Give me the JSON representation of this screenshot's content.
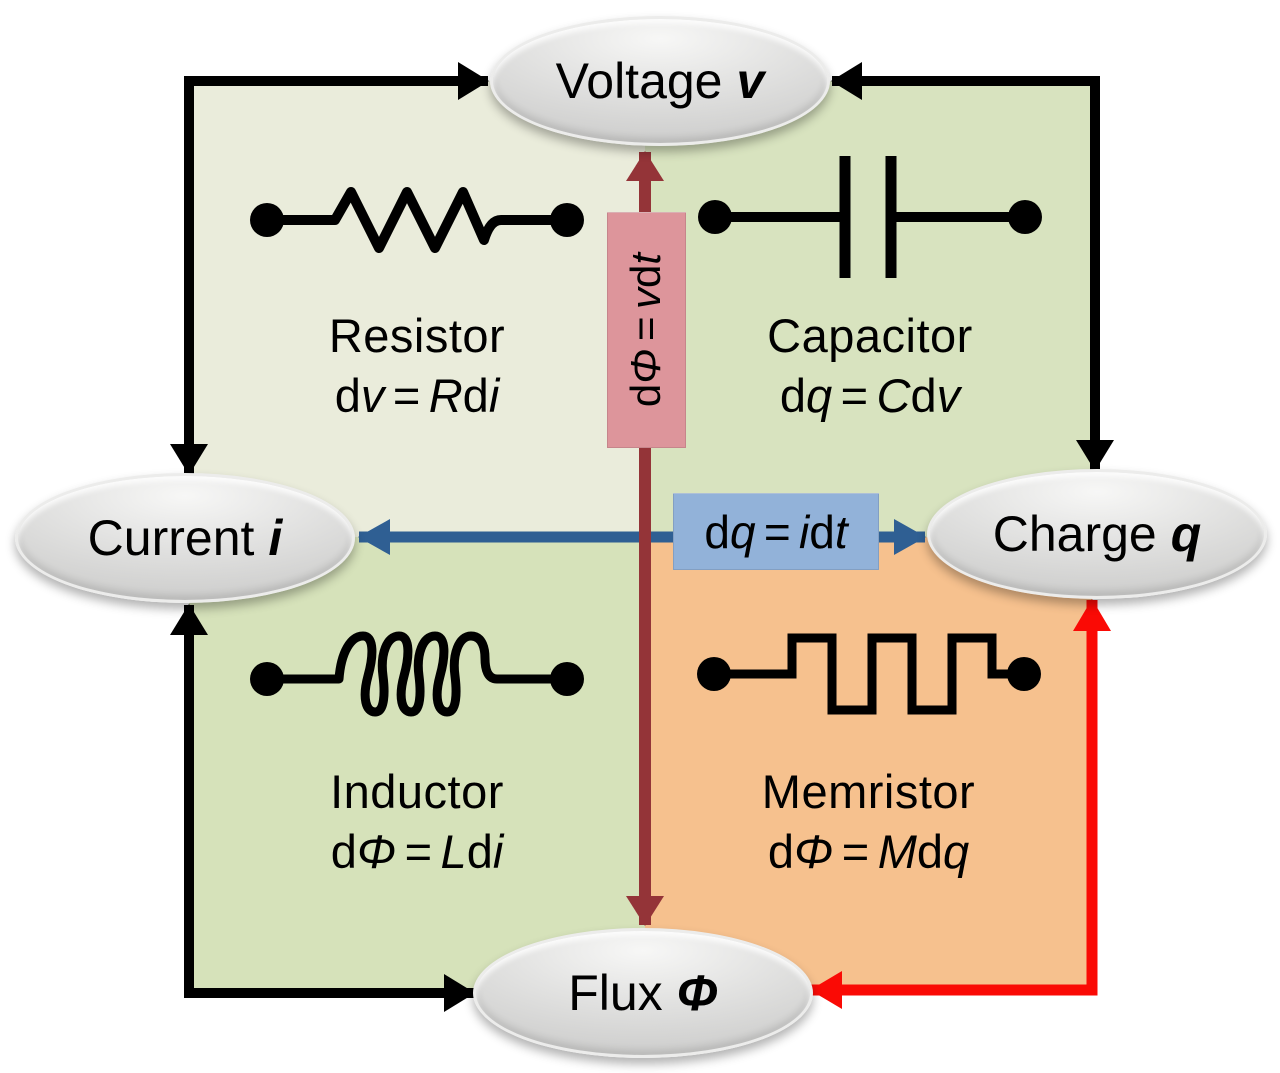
{
  "nodes": {
    "voltage": {
      "word": "Voltage",
      "symbol": "v"
    },
    "current": {
      "word": "Current",
      "symbol": "i"
    },
    "charge": {
      "word": "Charge",
      "symbol": "q"
    },
    "flux": {
      "word": "Flux",
      "symbol": "Φ"
    }
  },
  "quadrants": {
    "resistor": {
      "name": "Resistor",
      "eq": {
        "d1": "d",
        "var1": "v",
        "sign": "=",
        "coef": "R",
        "d2": "d",
        "var2": "i"
      }
    },
    "capacitor": {
      "name": "Capacitor",
      "eq": {
        "d1": "d",
        "var1": "q",
        "sign": "=",
        "coef": "C",
        "d2": "d",
        "var2": "v"
      }
    },
    "inductor": {
      "name": "Inductor",
      "eq": {
        "d1": "d",
        "var1": "Φ",
        "sign": "=",
        "coef": "L",
        "d2": "d",
        "var2": "i"
      }
    },
    "memristor": {
      "name": "Memristor",
      "eq": {
        "d1": "d",
        "var1": "Φ",
        "sign": "=",
        "coef": "M",
        "d2": "d",
        "var2": "q"
      }
    }
  },
  "relations": {
    "flux_voltage": {
      "d1": "d",
      "var1": "Φ",
      "sign": "=",
      "coef": "v",
      "d2": "d",
      "var2": "t"
    },
    "charge_current": {
      "d1": "d",
      "var1": "q",
      "sign": "=",
      "coef": "i",
      "d2": "d",
      "var2": "t"
    }
  },
  "colors": {
    "ink": "#000000",
    "quad-resistor": "#eaecdb",
    "quad-capacitor": "#d8e3bf",
    "quad-inductor": "#d6e2ba",
    "quad-memristor": "#f6c18e",
    "arrow-black": "#000000",
    "arrow-red": "#fa0a05",
    "arrow-darkred": "#943438",
    "arrow-blue": "#2f5f93",
    "box-pink": "#dd959b",
    "box-blue": "#92b2d9",
    "node-gray": "#d2d2d1"
  }
}
